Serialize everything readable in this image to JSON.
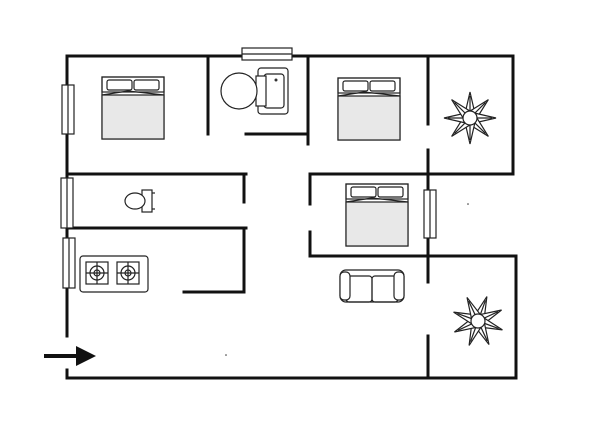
{
  "plan": {
    "type": "floor-plan",
    "rooms": [
      {
        "id": "bedroom-1",
        "furniture": [
          "double-bed"
        ]
      },
      {
        "id": "bathroom",
        "furniture": [
          "toilet",
          "washbasin"
        ]
      },
      {
        "id": "bedroom-2",
        "furniture": [
          "double-bed"
        ]
      },
      {
        "id": "bedroom-3",
        "furniture": [
          "double-bed"
        ]
      },
      {
        "id": "corridor-bathroom",
        "furniture": [
          "toilet"
        ]
      },
      {
        "id": "kitchen",
        "furniture": [
          "two-burner-stove"
        ]
      },
      {
        "id": "living-room",
        "furniture": [
          "two-seat-sofa"
        ]
      },
      {
        "id": "balcony-upper",
        "furniture": [
          "potted-plant"
        ]
      },
      {
        "id": "balcony-lower",
        "furniture": [
          "potted-plant"
        ]
      }
    ],
    "entrance": "left",
    "line_color": "#111111",
    "background_color": "#ffffff"
  }
}
